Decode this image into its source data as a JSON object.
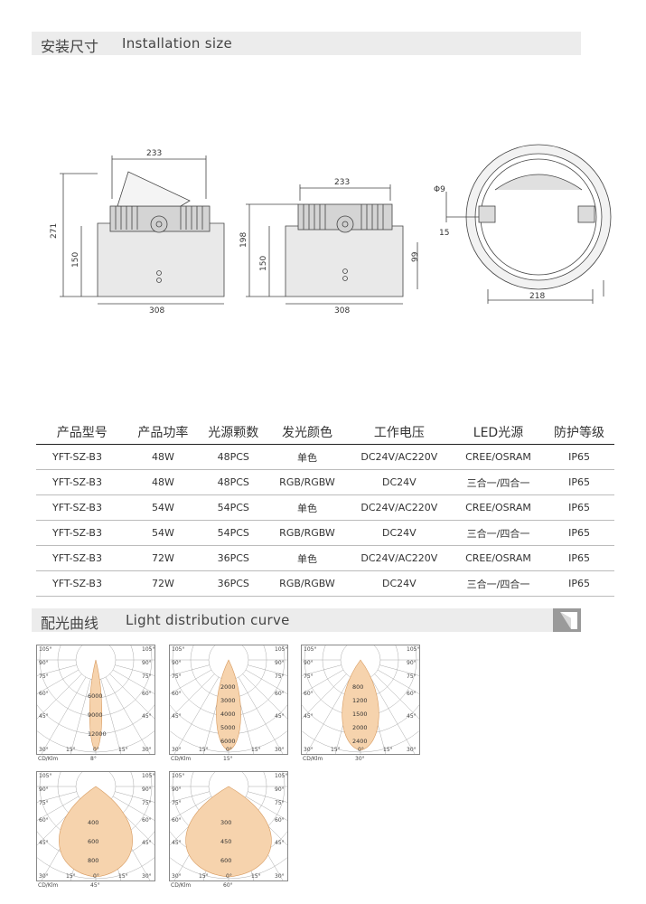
{
  "install_section": {
    "title_zh": "安装尺寸",
    "title_en": "Installation size"
  },
  "drawing": {
    "side": {
      "top_width": "233",
      "height_total": "271",
      "body_height": "150",
      "base_width": "308"
    },
    "front": {
      "top_width": "233",
      "height_total": "198",
      "body_height": "150",
      "base_width": "308"
    },
    "round": {
      "hole": "Φ9",
      "offset": "15",
      "depth": "99",
      "width": "218"
    }
  },
  "spec_table": {
    "headers": [
      "产品型号",
      "产品功率",
      "光源颗数",
      "发光颜色",
      "工作电压",
      "LED光源",
      "防护等级"
    ],
    "rows": [
      [
        "YFT-SZ-B3",
        "48W",
        "48PCS",
        "单色",
        "DC24V/AC220V",
        "CREE/OSRAM",
        "IP65"
      ],
      [
        "YFT-SZ-B3",
        "48W",
        "48PCS",
        "RGB/RGBW",
        "DC24V",
        "三合一/四合一",
        "IP65"
      ],
      [
        "YFT-SZ-B3",
        "54W",
        "54PCS",
        "单色",
        "DC24V/AC220V",
        "CREE/OSRAM",
        "IP65"
      ],
      [
        "YFT-SZ-B3",
        "54W",
        "54PCS",
        "RGB/RGBW",
        "DC24V",
        "三合一/四合一",
        "IP65"
      ],
      [
        "YFT-SZ-B3",
        "72W",
        "36PCS",
        "单色",
        "DC24V/AC220V",
        "CREE/OSRAM",
        "IP65"
      ],
      [
        "YFT-SZ-B3",
        "72W",
        "36PCS",
        "RGB/RGBW",
        "DC24V",
        "三合一/四合一",
        "IP65"
      ]
    ]
  },
  "light_section": {
    "title_zh": "配光曲线",
    "title_en": "Light distribution curve"
  },
  "polar_plots": {
    "angle_labels": [
      "105°",
      "90°",
      "75°",
      "60°",
      "45°",
      "30°",
      "15°",
      "0°"
    ],
    "unit_label": "CD/Klm",
    "plots": [
      {
        "beam": "8°",
        "rings": [
          "6000",
          "9000",
          "12000"
        ]
      },
      {
        "beam": "15°",
        "rings": [
          "2000",
          "3000",
          "4000",
          "5000",
          "6000"
        ]
      },
      {
        "beam": "30°",
        "rings": [
          "800",
          "1200",
          "1500",
          "2000",
          "2400"
        ]
      },
      {
        "beam": "45°",
        "rings": [
          "400",
          "600",
          "800"
        ]
      },
      {
        "beam": "60°",
        "rings": [
          "300",
          "450",
          "600"
        ]
      }
    ]
  },
  "colors": {
    "beam_fill": "#f6d3ad",
    "beam_stroke": "#d79a5f",
    "header_bar": "#ececec",
    "grid": "#aaaaaa"
  }
}
